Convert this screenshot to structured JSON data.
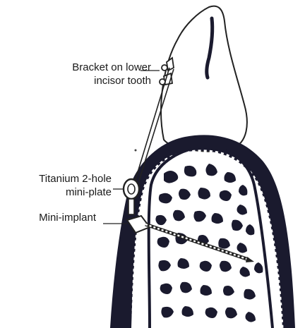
{
  "figure": {
    "labels": {
      "bracket_line1": "Bracket on lower",
      "bracket_line2": "incisor tooth",
      "plate_line1": "Titanium 2-hole",
      "plate_line2": "mini-plate",
      "implant": "Mini-implant"
    },
    "colors": {
      "ink": "#1a1a2e",
      "outline": "#222222",
      "background": "#ffffff"
    }
  }
}
